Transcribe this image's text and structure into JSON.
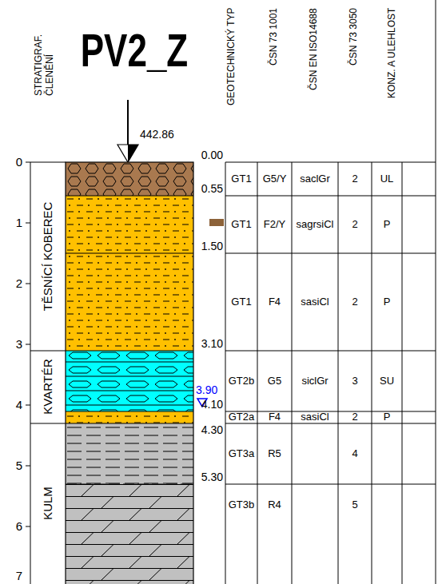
{
  "diagram": {
    "title": "PV2_Z",
    "nodes": [
      {
        "text": [
          "TĚSNÍCÍ KOBEREC"
        ]
      },
      {
        "text": [
          "KVARTÉR"
        ]
      },
      {
        "text": [
          "KULM"
        ]
      }
    ],
    "labels": [
      "STRATIGRAF. ČLENĚNÍ",
      "GEOTECHNICKÝ TYP",
      "ČSN 73 1001",
      "ČSN EN ISO14688",
      "ČSN 73 3050",
      "KONZ. A ULEHLOST",
      "442.86",
      "0",
      "1",
      "2",
      "3",
      "4",
      "5",
      "6",
      "7",
      "0.00",
      "0.55",
      "1.50",
      "3.10",
      "4.10",
      "4.30",
      "5.30",
      "3.90",
      "GT1",
      "G5/Y",
      "saclGr",
      "2",
      "UL",
      "GT1",
      "F2/Y",
      "sagrsiCl",
      "2",
      "P",
      "GT1",
      "F4",
      "sasiCl",
      "2",
      "P",
      "GT2b",
      "G5",
      "siclGr",
      "3",
      "SU",
      "GT2a",
      "F4",
      "sasiCl",
      "2",
      "P",
      "GT3a",
      "R5",
      "4",
      "GT3b",
      "R4",
      "5"
    ]
  }
}
